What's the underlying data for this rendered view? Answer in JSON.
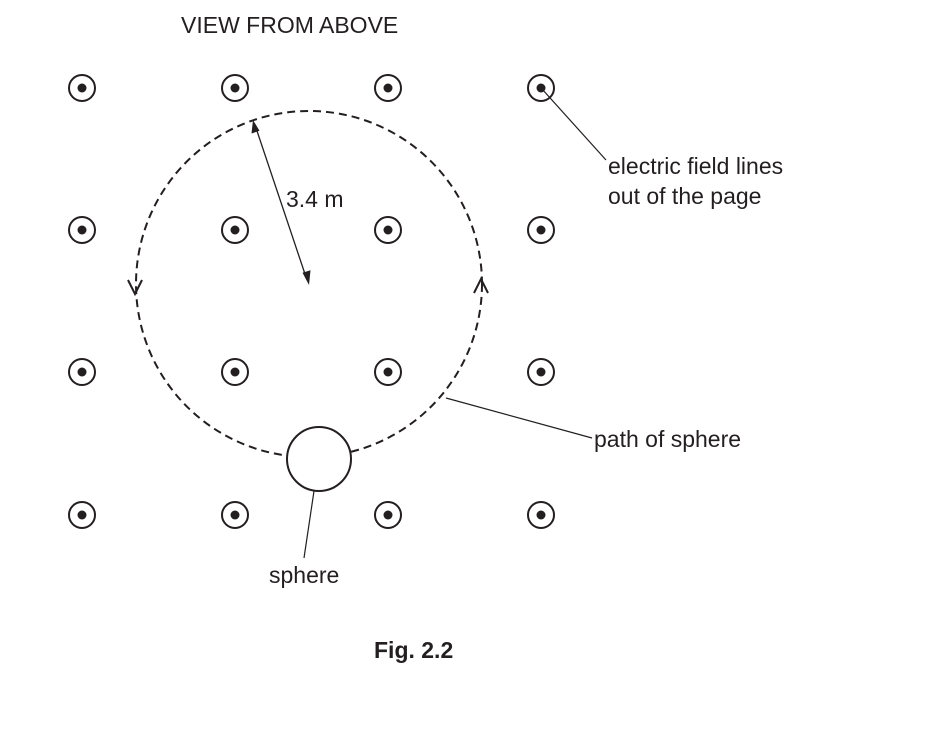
{
  "title": "VIEW FROM ABOVE",
  "radius_label": "3.4 m",
  "field_label_line1": "electric field lines",
  "field_label_line2": "out of the page",
  "path_label": "path of sphere",
  "sphere_label": "sphere",
  "caption": "Fig. 2.2",
  "colors": {
    "ink": "#231f20",
    "background": "#ffffff"
  },
  "field_symbol": "dot-in-circle-icon",
  "field_grid": {
    "rows": 4,
    "columns": 4
  },
  "motion_direction": "anticlockwise"
}
